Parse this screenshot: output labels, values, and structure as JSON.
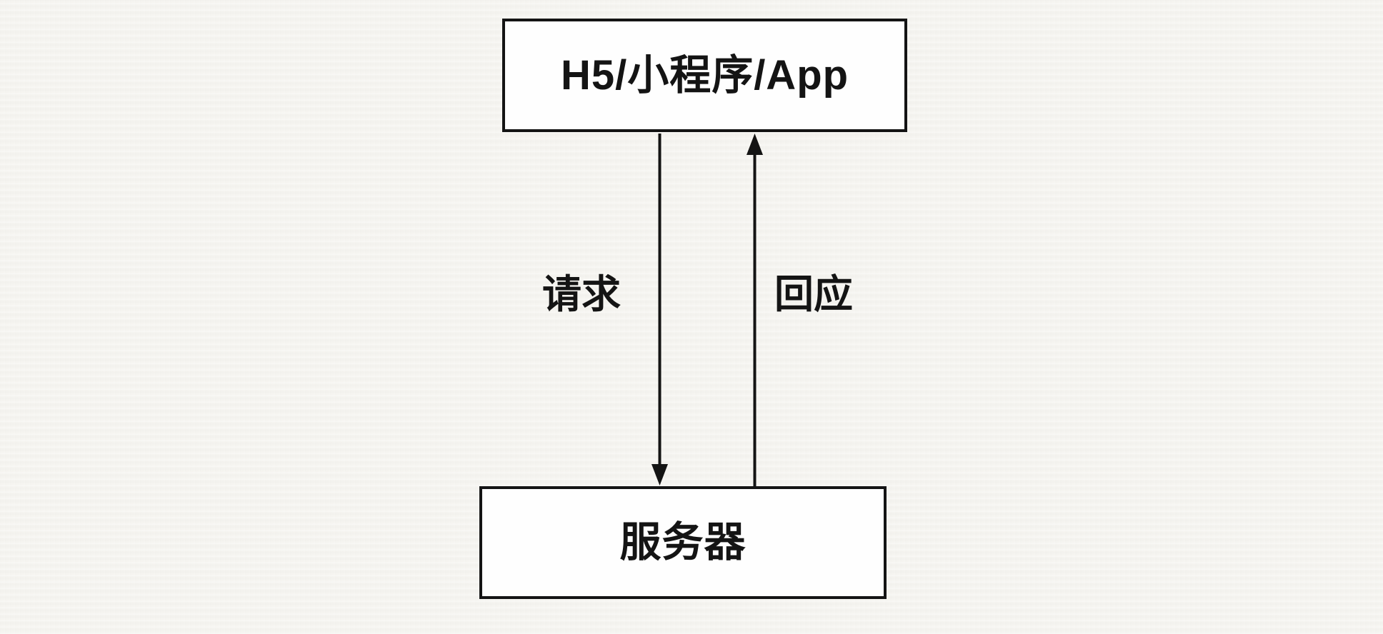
{
  "diagram": {
    "type": "flow",
    "nodes": {
      "client": {
        "label": "H5/小程序/App"
      },
      "server": {
        "label": "服务器"
      }
    },
    "edges": {
      "request": {
        "label": "请求",
        "from": "client",
        "to": "server",
        "direction": "down"
      },
      "response": {
        "label": "回应",
        "from": "server",
        "to": "client",
        "direction": "up"
      }
    },
    "colors": {
      "background": "#f6f5f1",
      "node_fill": "#fefefe",
      "stroke": "#141414",
      "text": "#141414"
    }
  }
}
